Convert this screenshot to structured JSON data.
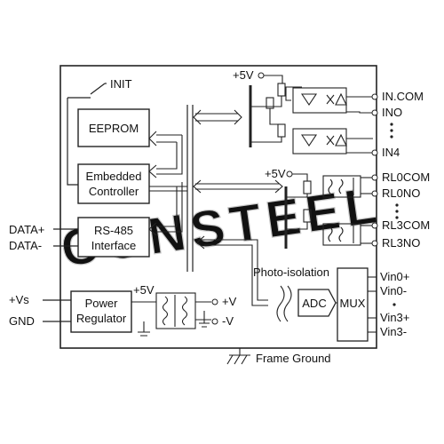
{
  "watermark": "CONSTEEL",
  "labels": {
    "init": "INIT",
    "eeprom": "EEPROM",
    "embedded_line1": "Embedded",
    "embedded_line2": "Controller",
    "rs485_line1": "RS-485",
    "rs485_line2": "Interface",
    "power_line1": "Power",
    "power_line2": "Regulator",
    "plus5v_top": "+5V",
    "plus5v_relay": "+5V",
    "plus5v_power": "+5V",
    "photo_isolation": "Photo-isolation",
    "adc": "ADC",
    "mux": "MUX",
    "frame_ground": "Frame Ground",
    "out_plus_v": "+V",
    "out_minus_v": "-V",
    "vdots": ":"
  },
  "left_pins": [
    "DATA+",
    "DATA-",
    "+Vs",
    "GND"
  ],
  "right_pins": {
    "digital_inputs": [
      "IN.COM",
      "INO",
      "IN4"
    ],
    "relays": [
      "RL0COM",
      "RL0NO",
      "RL3COM",
      "RL3NO"
    ],
    "analog_inputs": [
      "Vin0+",
      "Vin0-",
      "Vin3+",
      "Vin3-"
    ]
  }
}
